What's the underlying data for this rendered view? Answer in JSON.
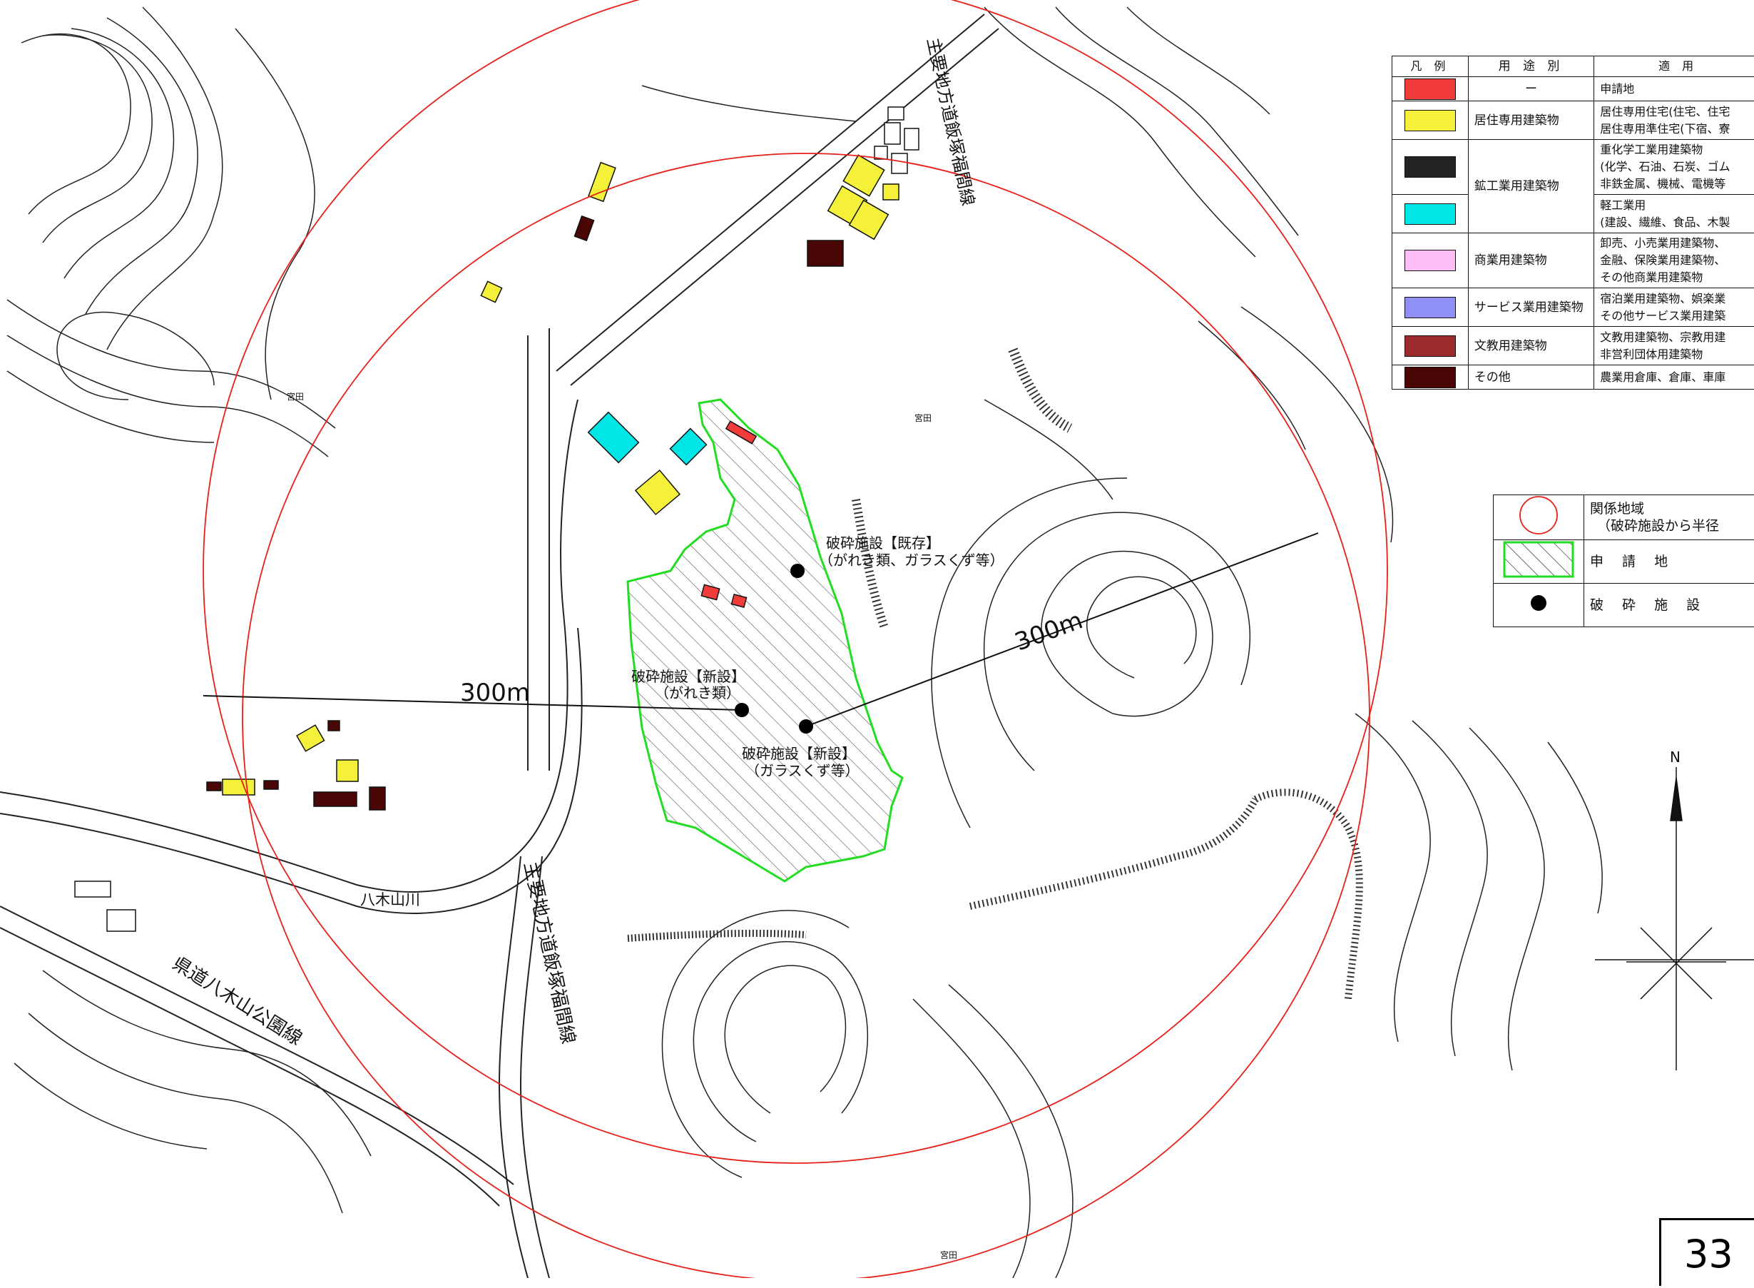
{
  "legend": {
    "headers": {
      "symbol": "凡 例",
      "use": "用 途 別",
      "apply": "適 用"
    },
    "rows": [
      {
        "color": "#f23b3b",
        "category": "ー",
        "lines": [
          "申請地"
        ]
      },
      {
        "color": "#f5f13a",
        "category": "居住専用建築物",
        "lines": [
          "居住専用住宅(住宅、住宅",
          "居住専用準住宅(下宿、寮"
        ]
      },
      {
        "color": "#222222",
        "category": "鉱工業用建築物",
        "lines": [
          "重化学工業用建築物",
          "(化学、石油、石炭、ゴム",
          "非鉄金属、機械、電機等"
        ]
      },
      {
        "color": "#00e6e6",
        "category": "",
        "lines": [
          "軽工業用",
          "(建設、繊維、食品、木製"
        ]
      },
      {
        "color": "#fdbff5",
        "category": "商業用建築物",
        "lines": [
          "卸売、小売業用建築物、",
          "金融、保険業用建築物、",
          "その他商業用建築物"
        ]
      },
      {
        "color": "#8f8ff5",
        "category": "サービス業用建築物",
        "lines": [
          "宿泊業用建築物、娯楽業",
          "その他サービス業用建築"
        ]
      },
      {
        "color": "#9b2a2a",
        "category": "文教用建築物",
        "lines": [
          "文教用建築物、宗教用建",
          "非営利団体用建築物"
        ]
      },
      {
        "color": "#4a0505",
        "category": "その他",
        "lines": [
          "農業用倉庫、倉庫、車庫"
        ]
      }
    ]
  },
  "legend2": {
    "area_label": "関係地域",
    "area_note": "（破砕施設から半径",
    "site_label": "申 請 地",
    "facility_label": "破 砕 施 設"
  },
  "map": {
    "radius_left": "300m",
    "radius_right": "300m",
    "facility_existing": {
      "title": "破砕施設【既存】",
      "detail": "（がれき類、ガラスくず等）"
    },
    "facility_new1": {
      "title": "破砕施設【新設】",
      "detail": "（がれき類）"
    },
    "facility_new2": {
      "title": "破砕施設【新設】",
      "detail": "（ガラスくず等）"
    },
    "river": "八木山川",
    "road_county": "県道八木山公園線",
    "road_main_lower": "主要地方道飯塚福間線",
    "road_main_upper": "主要地方道飯塚福間線",
    "north": "N",
    "small_labels": [
      "宮田",
      "宮田",
      "宮田"
    ],
    "circle_color": "#e8201a",
    "site_color": "#22dd22"
  },
  "page_number": "33"
}
